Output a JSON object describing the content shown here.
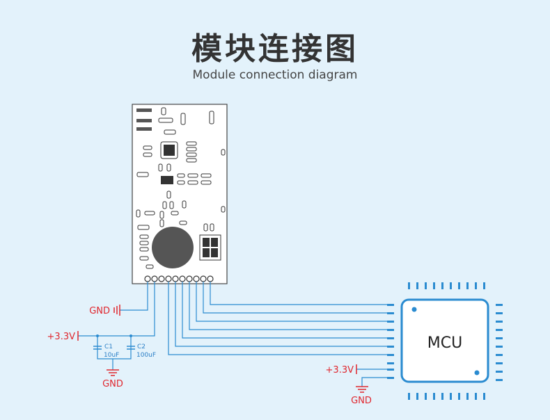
{
  "header": {
    "title": "模块连接图",
    "subtitle": "Module connection diagram"
  },
  "mcu": {
    "label": "MCU"
  },
  "labels": {
    "gnd_left": "GND",
    "v33_left": "+3.3V",
    "cap1_name": "C1",
    "cap1_value": "10uF",
    "cap2_name": "C2",
    "cap2_value": "100uF",
    "gnd_caps": "GND",
    "v33_mcu": "+3.3V",
    "gnd_mcu": "GND"
  },
  "colors": {
    "wire": "#2a8bd0",
    "power": "#e0262d",
    "chip_outline": "#2a8bd0",
    "board_outline": "#444444"
  }
}
